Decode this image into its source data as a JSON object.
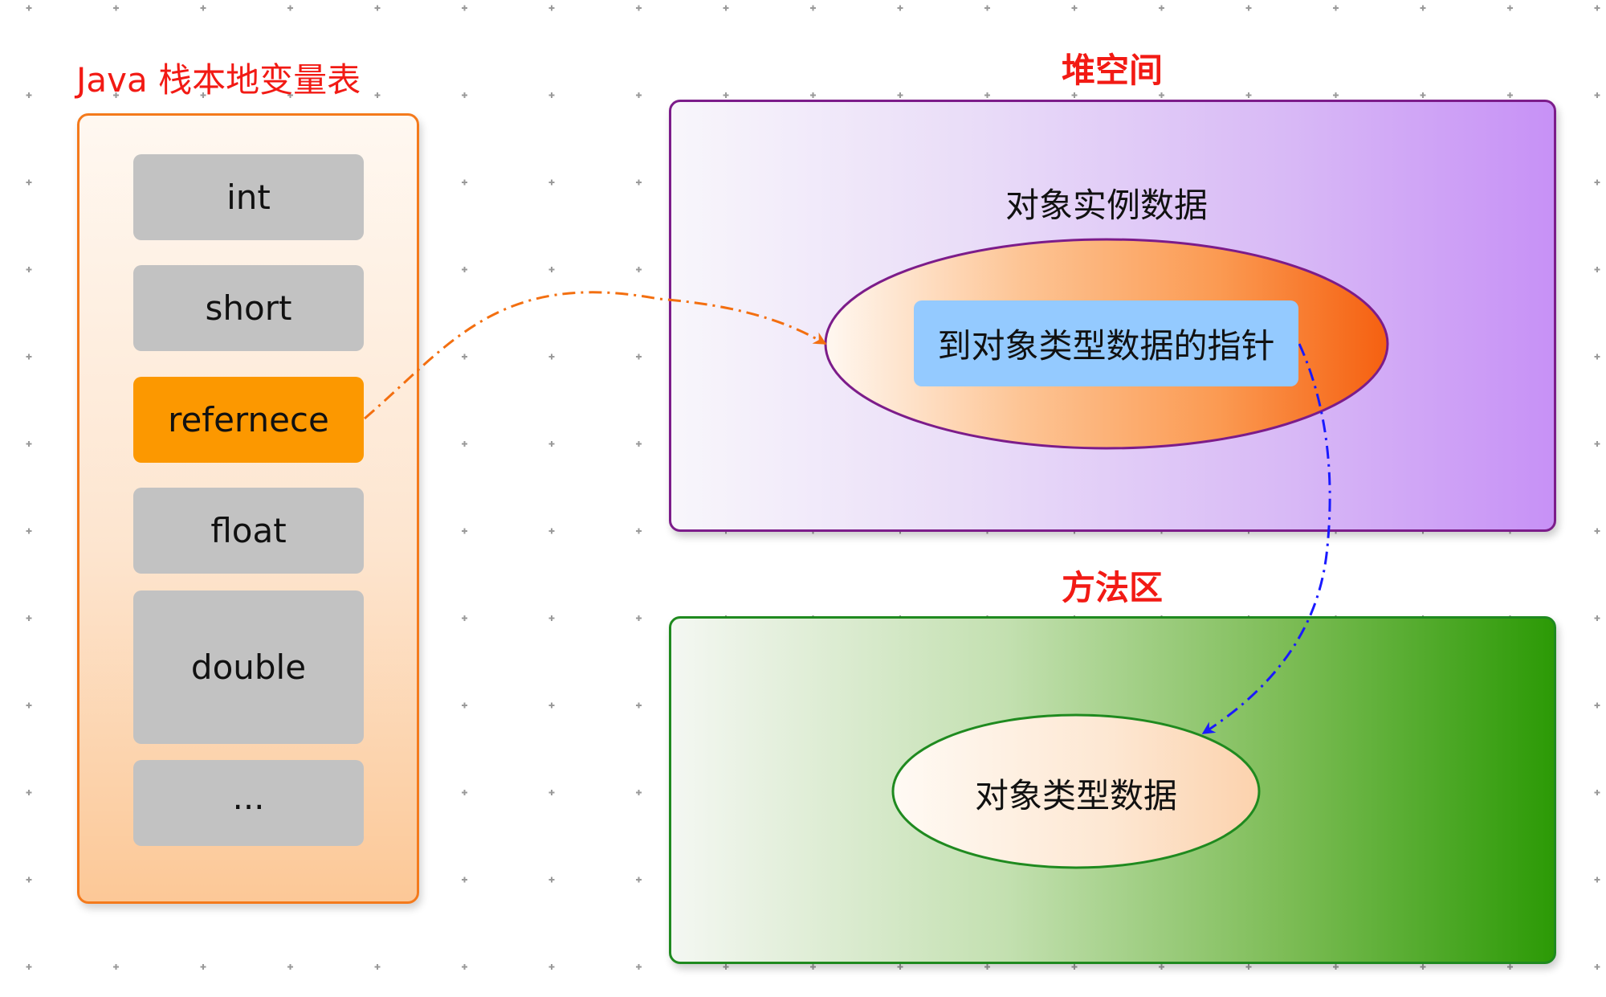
{
  "stack": {
    "title": "Java 栈本地变量表",
    "slots": [
      "int",
      "short",
      "refernece",
      "float",
      "double",
      "..."
    ]
  },
  "heap": {
    "title": "堆空间",
    "instance_label": "对象实例数据",
    "pointer_label": "到对象类型数据的指针"
  },
  "method_area": {
    "title": "方法区",
    "type_label": "对象类型数据"
  },
  "colors": {
    "title_red": "#f21a14",
    "reference_orange": "#fc9800",
    "slot_gray": "#c2c2c2",
    "heap_border": "#7c1c8a",
    "method_border": "#1f8a1f",
    "pointer_blue": "#94caff",
    "arrow_orange": "#f36f10",
    "arrow_blue": "#1a1aff"
  }
}
